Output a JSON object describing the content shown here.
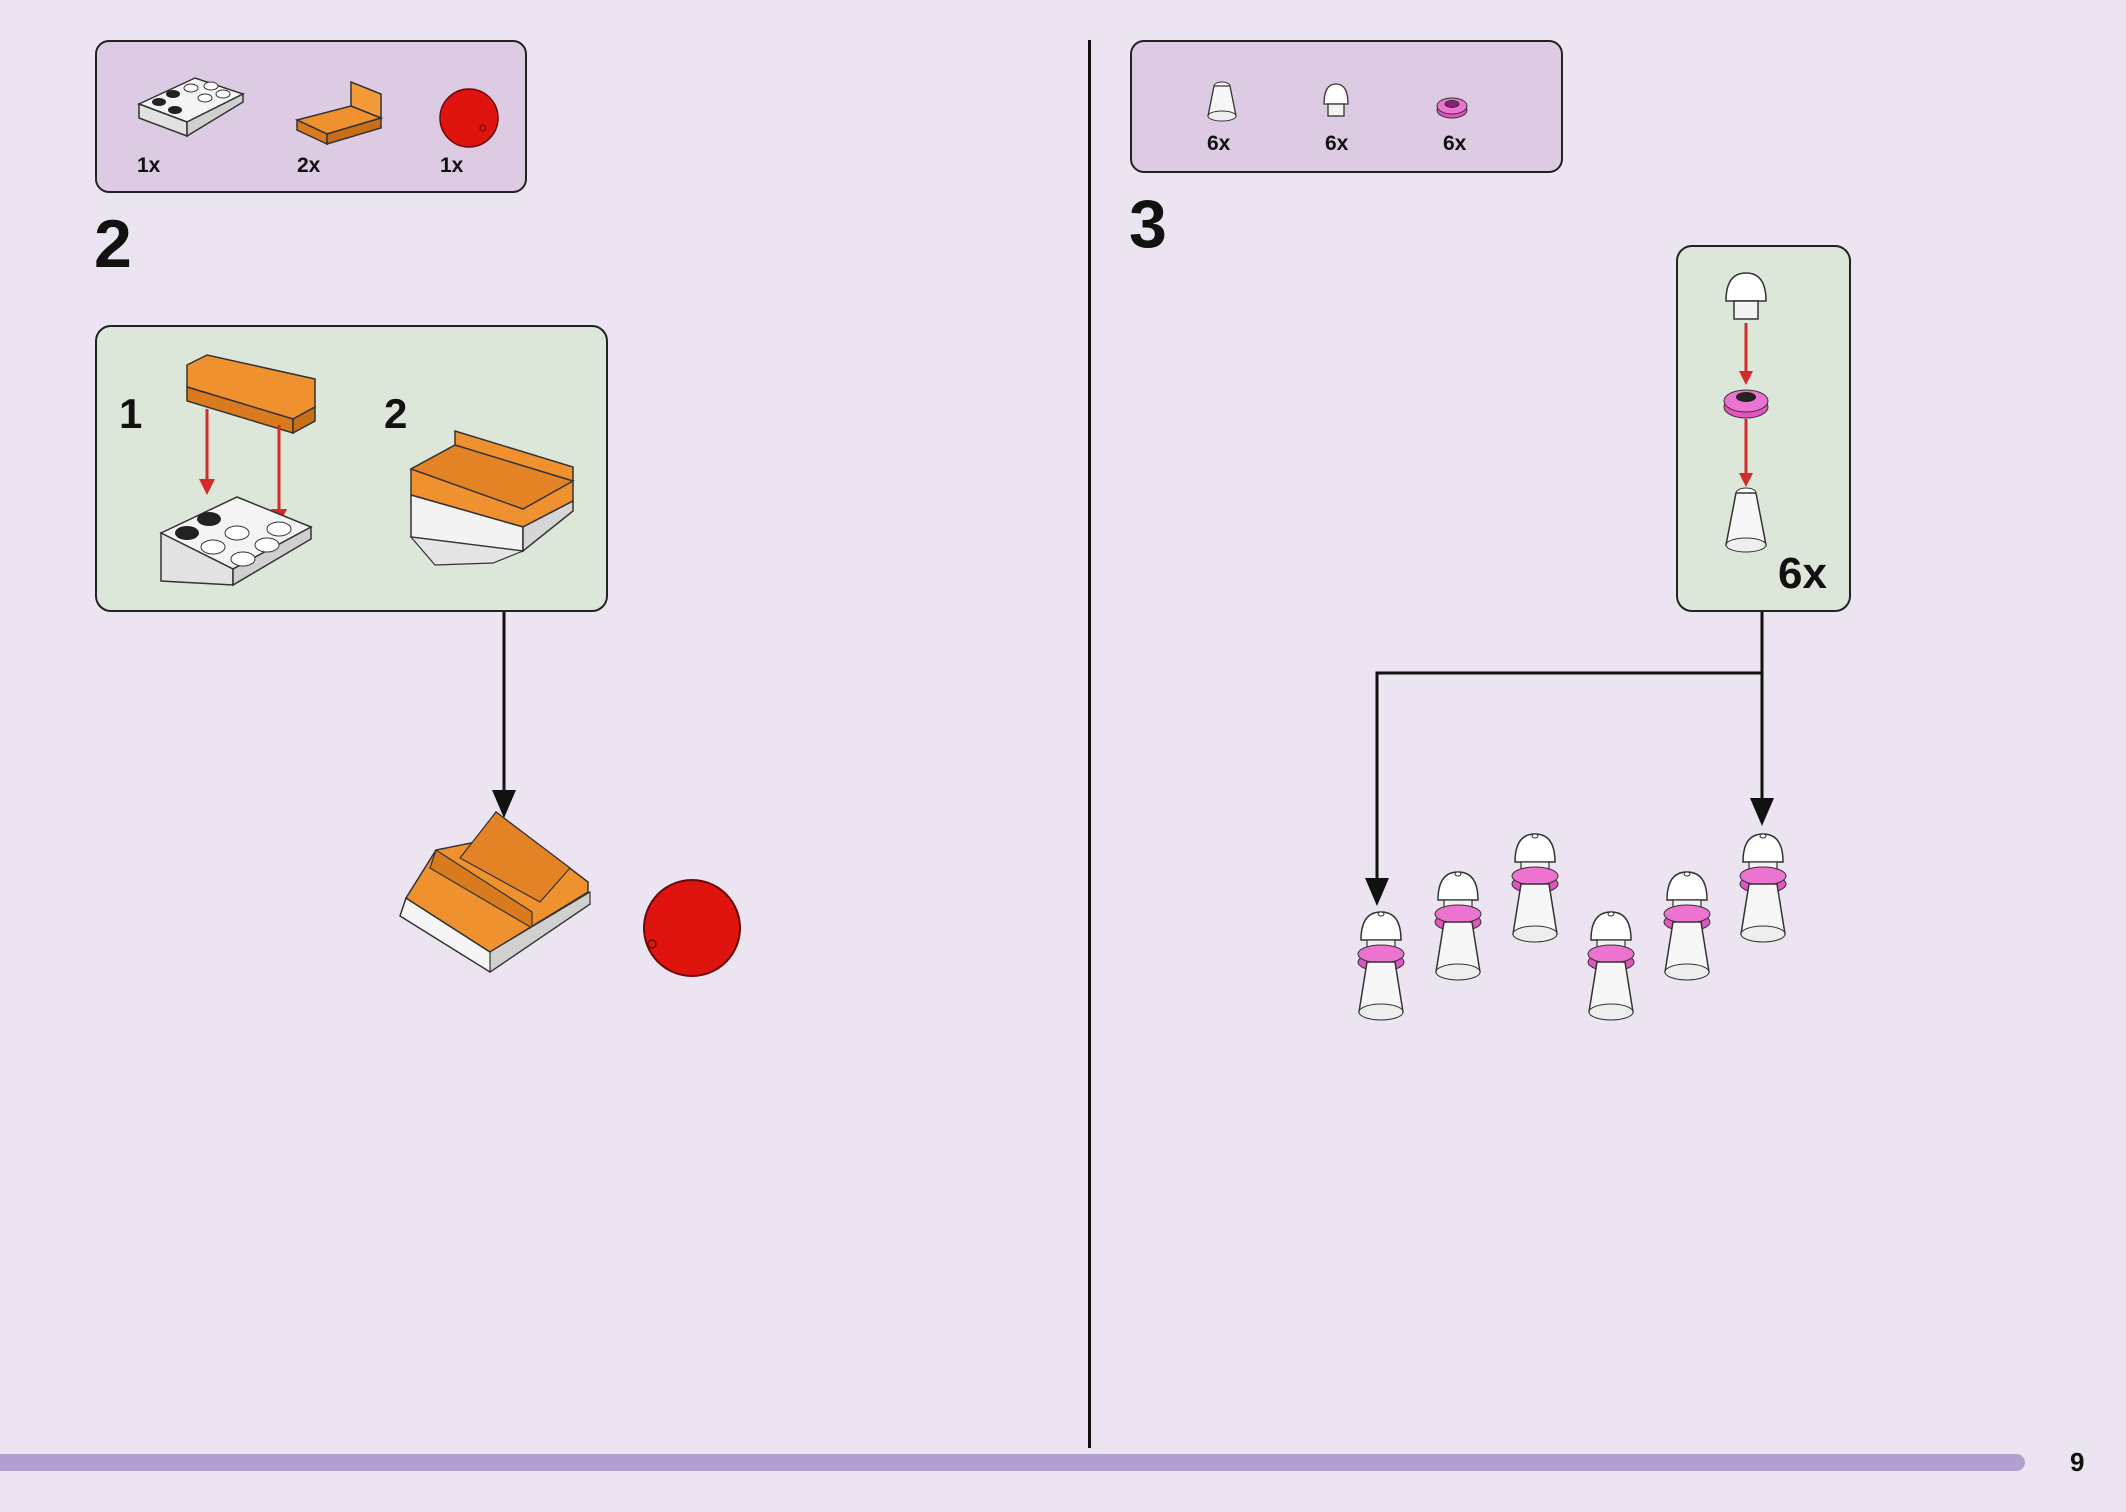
{
  "left": {
    "parts": [
      "1x",
      "2x",
      "1x"
    ],
    "step_number": "2",
    "substeps": [
      "1",
      "2"
    ]
  },
  "right": {
    "parts": [
      "6x",
      "6x",
      "6x"
    ],
    "step_number": "3",
    "multiplier": "6x"
  },
  "page_number": "9",
  "colors": {
    "background": "#ece4f1",
    "parts_box": "#dccbe3",
    "subassembly_box": "#dce6d9",
    "orange_brick": "#f0912f",
    "red_ball": "#e0140f",
    "magenta_ring": "#e254c2",
    "arrow_red": "#d42a2a",
    "footer_bar": "#b09fcf"
  },
  "icons": [
    "white-slope-brick-icon",
    "orange-bracket-plate-icon",
    "red-ball-icon",
    "white-cone-icon",
    "white-dome-stud-icon",
    "pink-round-plate-icon"
  ]
}
